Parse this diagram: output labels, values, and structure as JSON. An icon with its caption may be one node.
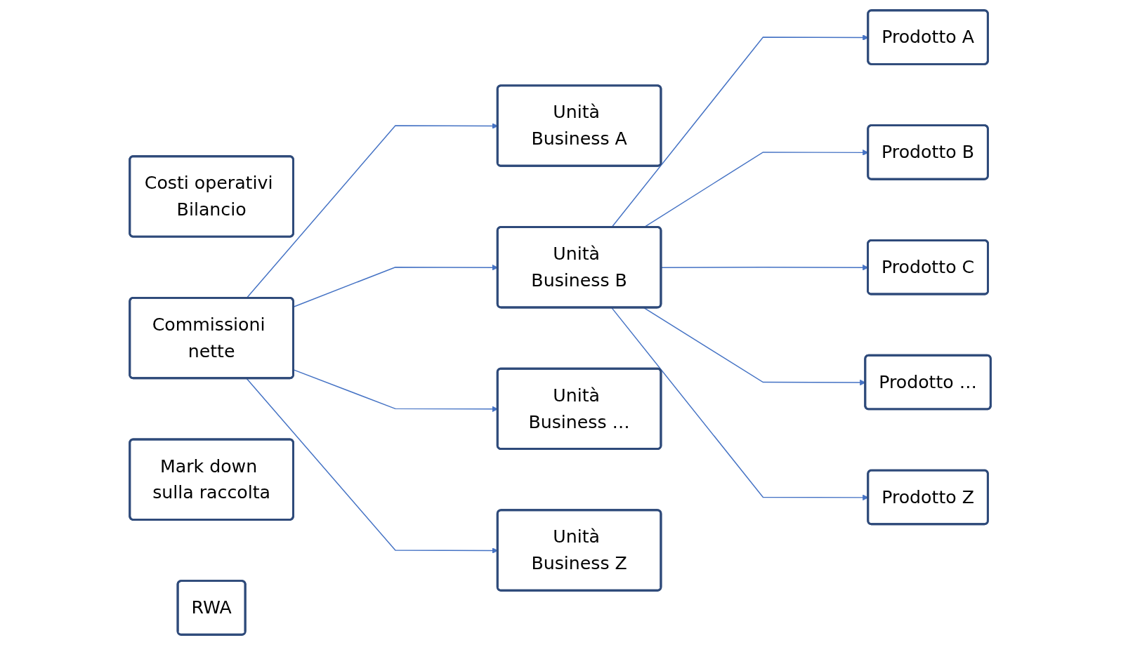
{
  "diagram": {
    "nodes": [
      {
        "text": [
          "Costi operativi Bilancio"
        ]
      },
      {
        "text": [
          "Commissioni nette"
        ]
      },
      {
        "text": [
          "Mark down sulla raccolta"
        ]
      },
      {
        "text": [
          "RWA"
        ]
      },
      {
        "text": [
          "Unità Business A"
        ]
      },
      {
        "text": [
          "Unità Business B"
        ]
      },
      {
        "text": [
          "Unità Business …"
        ]
      },
      {
        "text": [
          "Unità Business Z"
        ]
      },
      {
        "text": [
          "Prodotto A"
        ]
      },
      {
        "text": [
          "Prodotto B"
        ]
      },
      {
        "text": [
          "Prodotto C"
        ]
      },
      {
        "text": [
          "Prodotto …"
        ]
      },
      {
        "text": [
          "Prodotto Z"
        ]
      }
    ],
    "edges": [
      {
        "from": 1,
        "to": 4,
        "arrow": "to"
      },
      {
        "from": 1,
        "to": 5,
        "arrow": "to"
      },
      {
        "from": 1,
        "to": 6,
        "arrow": "to"
      },
      {
        "from": 1,
        "to": 7,
        "arrow": "to"
      },
      {
        "from": 5,
        "to": 8,
        "arrow": "to"
      },
      {
        "from": 5,
        "to": 9,
        "arrow": "to"
      },
      {
        "from": 5,
        "to": 10,
        "arrow": "to"
      },
      {
        "from": 5,
        "to": 11,
        "arrow": "to"
      },
      {
        "from": 5,
        "to": 12,
        "arrow": "to"
      }
    ]
  }
}
